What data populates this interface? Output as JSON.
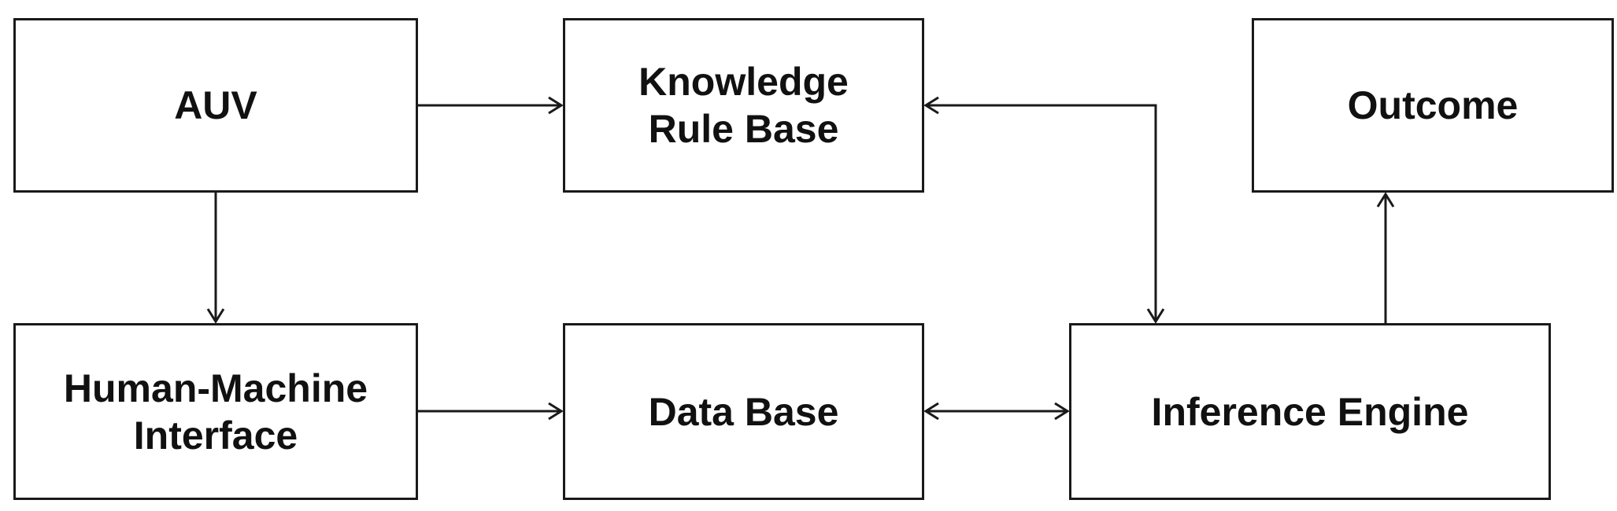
{
  "colors": {
    "stroke": "#1a1a1a",
    "text": "#111111",
    "background": "#ffffff"
  },
  "nodes": {
    "auv": {
      "lines": [
        "AUV"
      ]
    },
    "knowledge_rule_base": {
      "lines": [
        "Knowledge",
        "Rule Base"
      ]
    },
    "outcome": {
      "lines": [
        "Outcome"
      ]
    },
    "human_machine_interface": {
      "lines": [
        "Human-Machine",
        "Interface"
      ]
    },
    "data_base": {
      "lines": [
        "Data Base"
      ]
    },
    "inference_engine": {
      "lines": [
        "Inference Engine"
      ]
    }
  },
  "edges": [
    {
      "from": "auv",
      "to": "knowledge_rule_base",
      "direction": "forward"
    },
    {
      "from": "auv",
      "to": "human_machine_interface",
      "direction": "forward"
    },
    {
      "from": "human_machine_interface",
      "to": "data_base",
      "direction": "forward"
    },
    {
      "from": "data_base",
      "to": "inference_engine",
      "direction": "both"
    },
    {
      "from": "knowledge_rule_base",
      "to": "inference_engine",
      "direction": "both"
    },
    {
      "from": "inference_engine",
      "to": "outcome",
      "direction": "forward"
    }
  ]
}
